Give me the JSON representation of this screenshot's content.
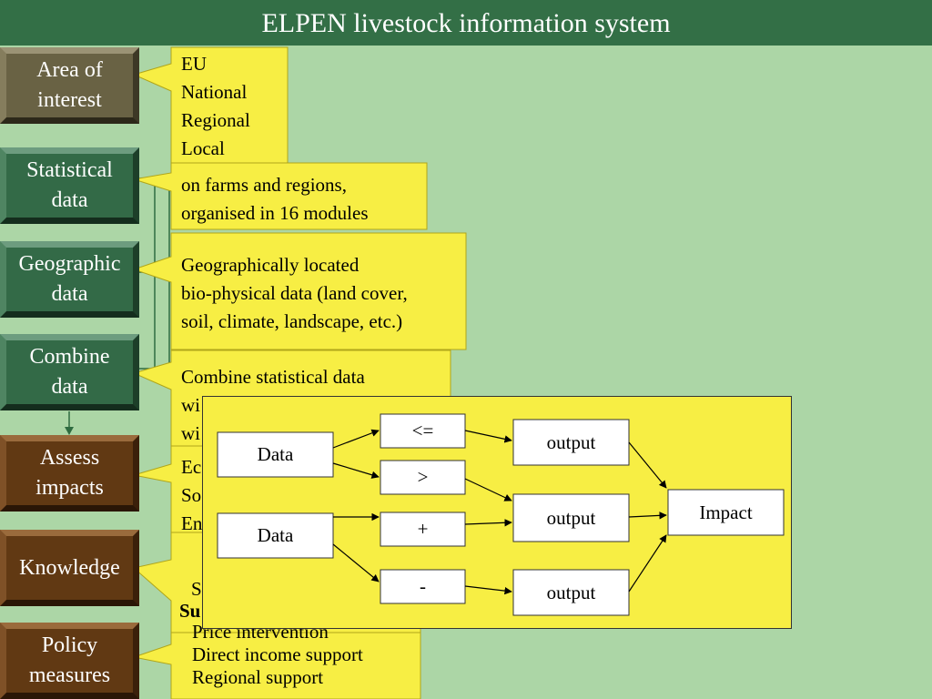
{
  "header": {
    "title": "ELPEN livestock information system"
  },
  "sidebar": {
    "items": [
      {
        "line1": "Area of",
        "line2": "interest"
      },
      {
        "line1": "Statistical",
        "line2": "data"
      },
      {
        "line1": "Geographic",
        "line2": "data"
      },
      {
        "line1": "Combine",
        "line2": "data"
      },
      {
        "line1": "Assess",
        "line2": "impacts"
      },
      {
        "line1": "Knowledge",
        "line2": ""
      },
      {
        "line1": "Policy",
        "line2": "measures"
      }
    ]
  },
  "callouts": {
    "area": [
      "EU",
      "National",
      "Regional",
      "Local"
    ],
    "statistical": [
      "on farms and regions,",
      "organised in 16 modules"
    ],
    "geographic": [
      "Geographically located",
      "bio-physical data (land cover,",
      "soil, climate, landscape, etc.)"
    ],
    "combine": [
      "Combine statistical data",
      "wi",
      "wi"
    ],
    "assess": [
      "Ec",
      "So",
      "En"
    ],
    "knowledge_partial": [
      "S"
    ],
    "policy": {
      "heading_partial": "Su",
      "items": [
        "Price intervention",
        "Direct income support",
        "Regional support"
      ]
    }
  },
  "flow_diagram": {
    "inputs": [
      "Data",
      "Data"
    ],
    "operators": [
      "<=",
      ">",
      "+",
      "-"
    ],
    "outputs": [
      "output",
      "output",
      "output"
    ],
    "result": "Impact"
  },
  "colors": {
    "background": "#acd6a6",
    "title_bar": "#336f46",
    "callout_fill": "#f7ee44",
    "btn_olive": "#696244",
    "btn_green": "#336a47",
    "btn_brown": "#613913"
  }
}
